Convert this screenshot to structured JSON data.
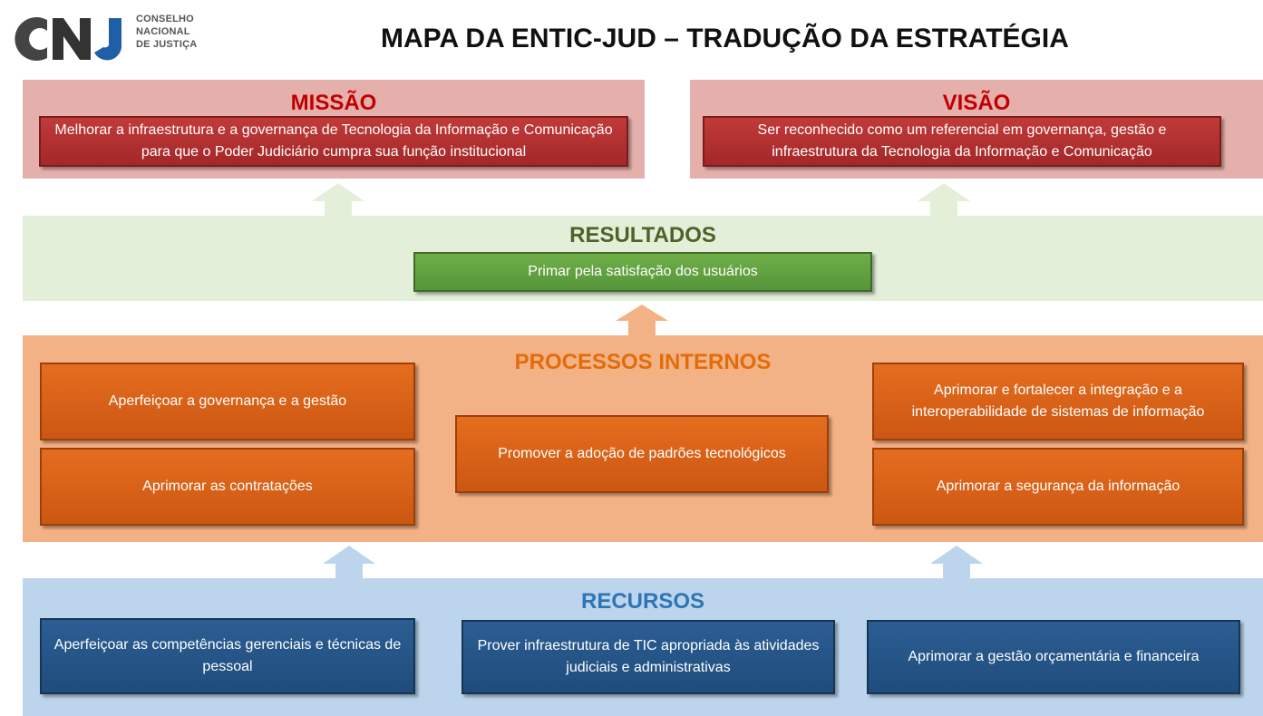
{
  "logo": {
    "lines": [
      "CONSELHO",
      "NACIONAL",
      "DE JUSTIÇA"
    ],
    "mark_letters": "CNJ"
  },
  "title": "MAPA DA ENTIC-JUD – TRADUÇÃO DA ESTRATÉGIA",
  "missao": {
    "title": "MISSÃO",
    "text": "Melhorar a infraestrutura e a governança de Tecnologia da Informação e Comunicação para que o Poder Judiciário cumpra sua função institucional"
  },
  "visao": {
    "title": "VISÃO",
    "text": "Ser reconhecido como um referencial em governança, gestão e infraestrutura da Tecnologia da Informação e Comunicação"
  },
  "resultados": {
    "title": "RESULTADOS",
    "items": [
      "Primar pela satisfação dos usuários"
    ]
  },
  "processos": {
    "title": "PROCESSOS INTERNOS",
    "items": [
      "Aperfeiçoar a governança e a gestão",
      "Aprimorar as contratações",
      "Promover a adoção de padrões tecnológicos",
      "Aprimorar e fortalecer a integração e a interoperabilidade de sistemas de informação",
      "Aprimorar a segurança da informação"
    ]
  },
  "recursos": {
    "title": "RECURSOS",
    "items": [
      "Aperfeiçoar as competências gerenciais e técnicas de pessoal",
      "Prover infraestrutura de TIC apropriada às atividades judiciais e administrativas",
      "Aprimorar a gestão orçamentária e financeira"
    ]
  },
  "colors": {
    "missao_title": "#c00000",
    "resultados_title": "#4f6228",
    "processos_title": "#e36c09",
    "recursos_title": "#2e75b6"
  }
}
